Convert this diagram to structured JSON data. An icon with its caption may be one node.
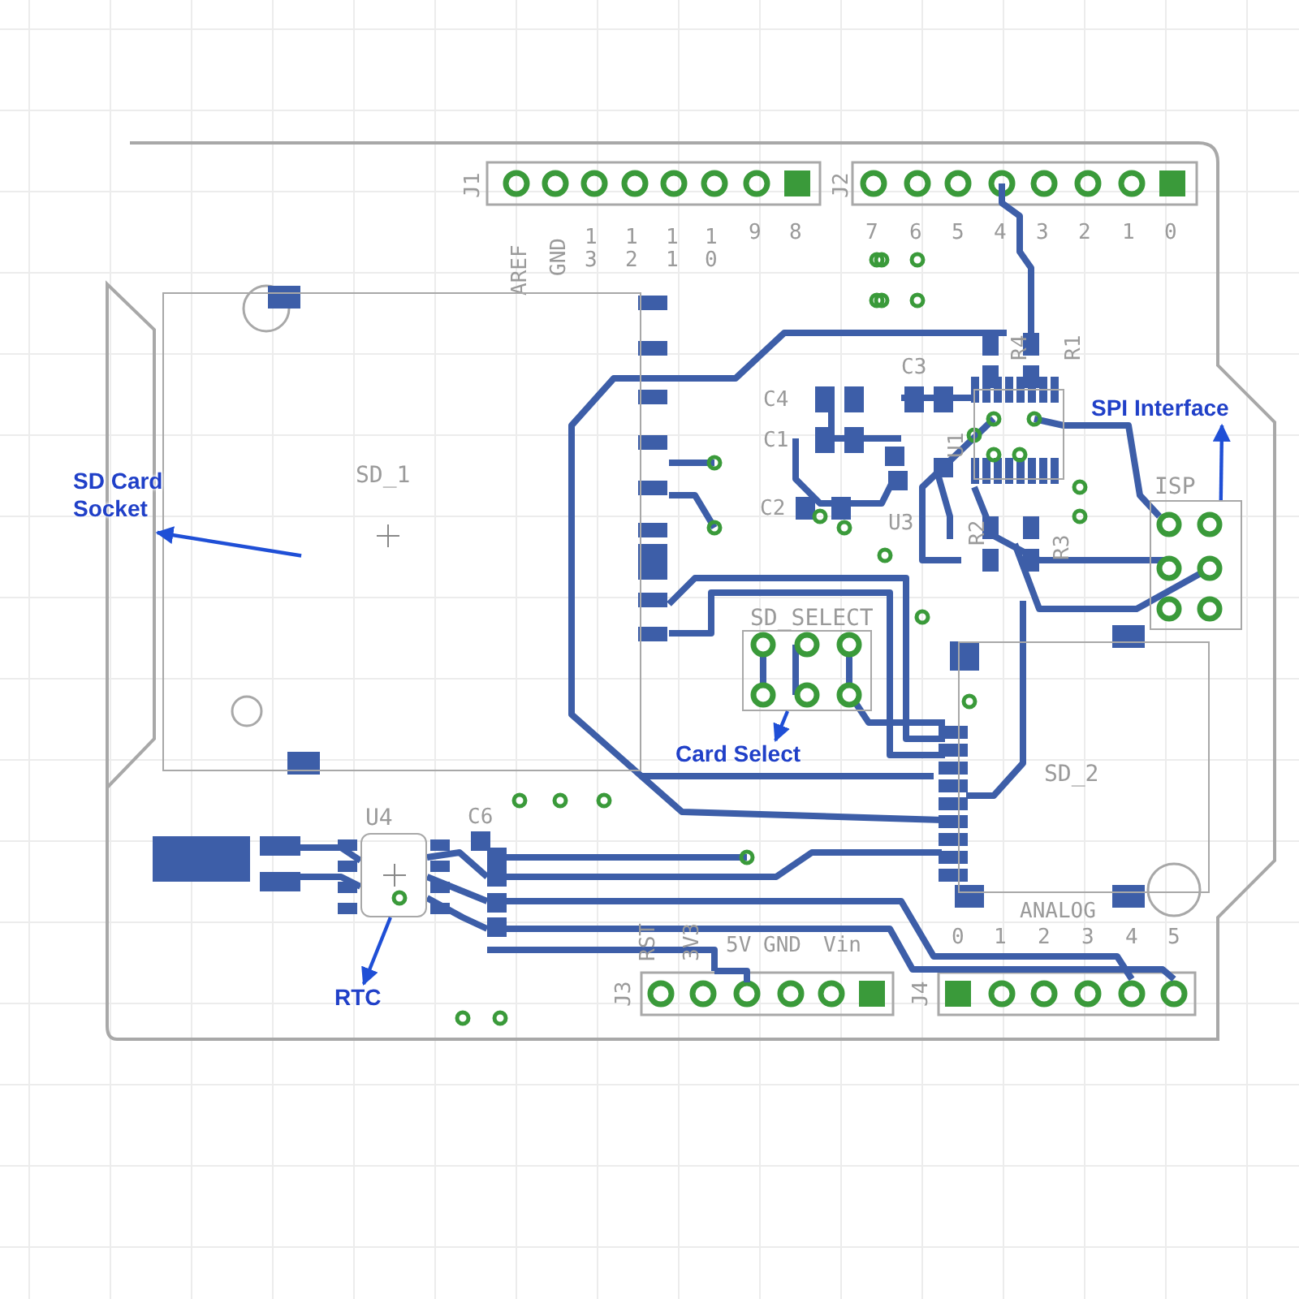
{
  "diagram": {
    "nodes": [
      {
        "text": [
          "SD_1"
        ]
      },
      {
        "text": [
          "SD Card Socket"
        ]
      },
      {
        "text": [
          "SPI Interface"
        ]
      },
      {
        "text": [
          "ISP"
        ]
      },
      {
        "text": [
          "SD_SELECT"
        ]
      },
      {
        "text": [
          "Card Select"
        ]
      },
      {
        "text": [
          "SD_2"
        ]
      },
      {
        "text": [
          "U4"
        ]
      },
      {
        "text": [
          "RTC"
        ]
      }
    ],
    "edges": [
      {
        "from": 0,
        "to": 1,
        "arrow": "to"
      },
      {
        "from": 3,
        "to": 2,
        "arrow": "to"
      },
      {
        "from": 4,
        "to": 5,
        "arrow": "to"
      },
      {
        "from": 7,
        "to": 8,
        "arrow": "to"
      }
    ],
    "labels": [
      "J1",
      "AREF",
      "GND",
      "13",
      "12",
      "11",
      "10",
      "9",
      "8",
      "J2",
      "7",
      "6",
      "5",
      "4",
      "3",
      "2",
      "1",
      "0",
      "C4",
      "C1",
      "C2",
      "C3",
      "U3",
      "R4",
      "R1",
      "U1",
      "R2",
      "R3",
      "C6",
      "RST",
      "3V3",
      "5V",
      "GND",
      "Vin",
      "J3",
      "J4",
      "ANALOG",
      "0",
      "1",
      "2",
      "3",
      "4",
      "5"
    ]
  }
}
